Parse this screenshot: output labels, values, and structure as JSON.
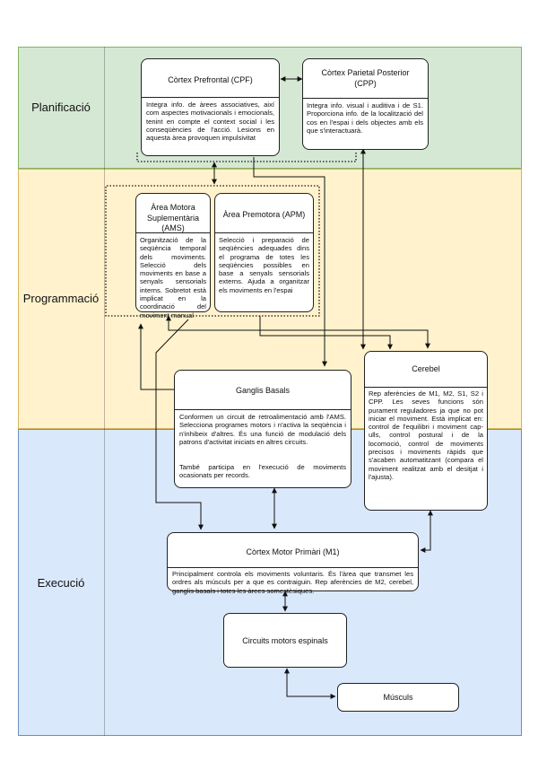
{
  "bands": {
    "planning": "Planificació",
    "programming": "Programmació",
    "execution": "Execució"
  },
  "nodes": {
    "cpf": {
      "title": "Còrtex Prefrontal (CPF)",
      "body": "Integra info. de àrees associatives, així com aspectes motivacionals i emocionals, tenint en compte el context social i les conseqüències de l'acció. Lesions en aquesta àrea provoquen impulsivitat"
    },
    "cpp": {
      "title_line1": "Còrtex Parietal Posterior",
      "title_line2": "(CPP)",
      "body": "Integra info. visual i auditiva i de S1. Proporciona info. de la localització del cos en l'espai i dels objectes amb els que s'interactuarà."
    },
    "ams": {
      "title_line1": "Àrea Motora",
      "title_line2": "Suplementària (AMS)",
      "body": "Organització de la seqüència temporal dels moviments. Selecció dels moviments en base a senyals sensorials interns. Sobretot està implicat en la coordinació del moviment manual"
    },
    "apm": {
      "title": "Àrea Premotora (APM)",
      "body": "Selecció i preparació de seqüències adequades dins el programa de totes les seqüències possibles en base a senyals sensorials externs. Ajuda a organitzar els moviments en l'espai"
    },
    "cerebel": {
      "title": "Cerebel",
      "body": "Rep aferències de M1, M2, S1, S2 i CPP. Les seves funcions són purament reguladores ja que no pot iniciar el moviment. Està implicat en: control de l'equilibri i moviment cap-ulls, control postural i de la locomoció, control de moviments precisos i moviments ràpids que s'acaben automatitzant (compara el moviment realitzat amb el desitjat i l'ajusta)."
    },
    "ganglis": {
      "title": "Ganglis Basals",
      "body": "Conformen un circuit de retroalimentació amb l'AMS. Selecciona programes motors i n'activa la seqüència i n'inhibeix d'altres. És una funció de modulació dels patrons d'activitat iniciats en altres circuits.",
      "body2": "També participa en l'execució de moviments ocasionats per records."
    },
    "m1": {
      "title": "Còrtex Motor Primàri (M1)",
      "body": "Principalment controla els moviments voluntaris. És l'àrea que transmet les ordres als músculs per a que es contraiguin. Rep aferències de M2, cerebel, ganglis basals i totes les àrees somestèsiques."
    },
    "spinal": {
      "title": "Circuits motors espinals"
    },
    "muscles": {
      "title": "Músculs"
    }
  },
  "colors": {
    "planning_band": "#d5e8d4",
    "programming_band": "#fff2cc",
    "execution_band": "#dae8fc"
  }
}
